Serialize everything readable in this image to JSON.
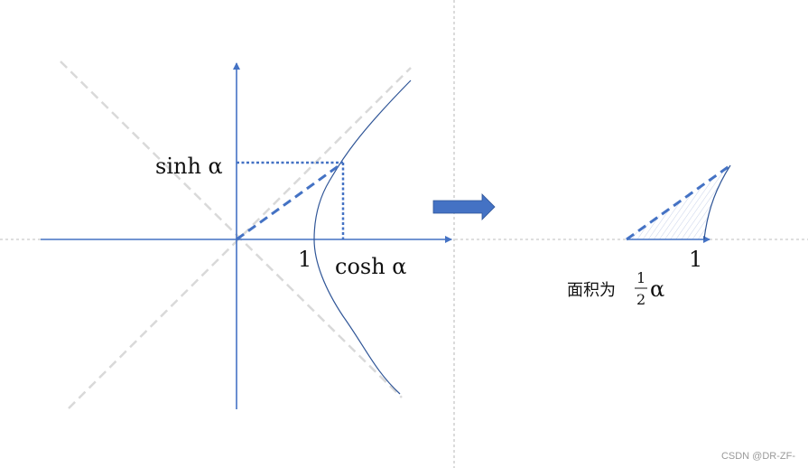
{
  "left_diagram": {
    "label_sinh": "sinh α",
    "label_cosh": "cosh α",
    "label_one": "1"
  },
  "right_diagram": {
    "label_one": "1",
    "area_prefix": "面积为",
    "area_fraction_numerator": "1",
    "area_fraction_denominator": "2",
    "area_suffix": "α"
  },
  "watermark": "CSDN @DR-ZF-",
  "colors": {
    "axis": "#4472c4",
    "curve": "#2f5597",
    "asymptote": "#d9d9d9",
    "guide": "#a6a6a6",
    "arrow": "#4472c4",
    "hatch": "#c9d3ea"
  }
}
